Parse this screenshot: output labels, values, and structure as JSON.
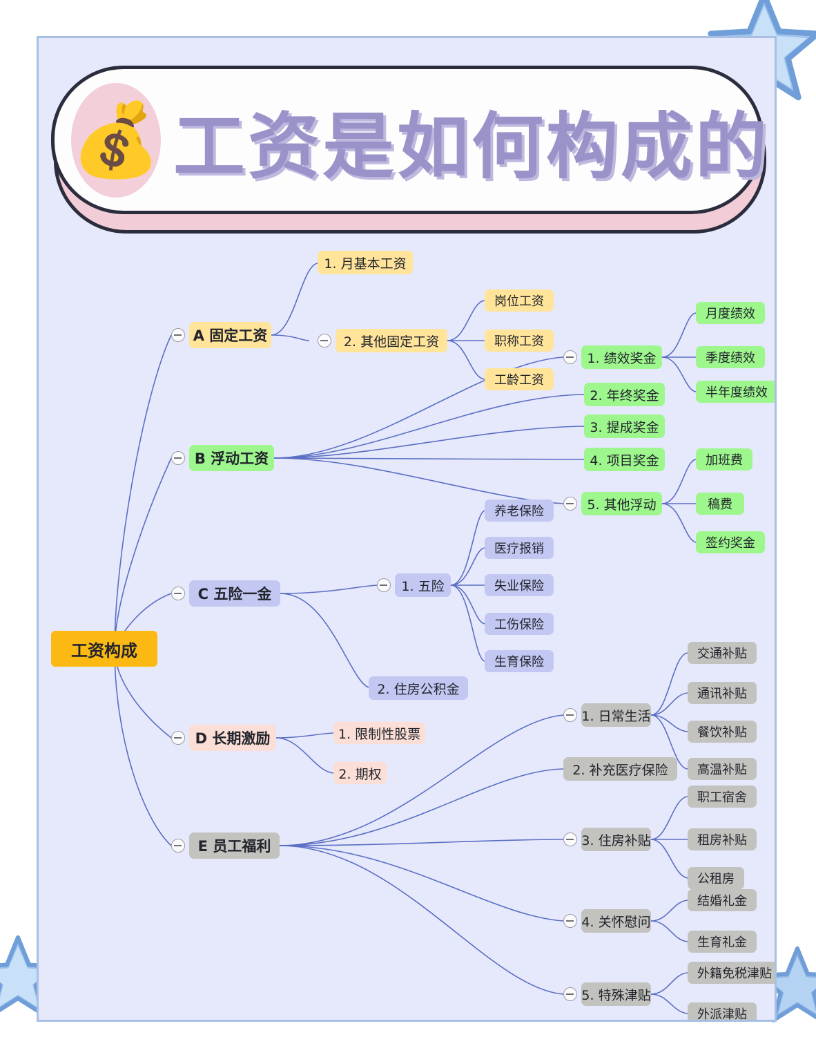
{
  "page": {
    "background": "#ffffff",
    "panel_bg": "#e6e9fb",
    "panel_border": "#a8c0e4",
    "edge_color": "#5b6ec4"
  },
  "banner": {
    "emoji": "💰",
    "emoji_name": "money-bag-emoji",
    "title": "工资是如何构成的",
    "title_color": "#9a93c9",
    "front_bg": "#fdfdfd",
    "shadow_bg": "#f2ccd6",
    "outline": "#2b2d3d",
    "circle_bg": "#f2cfd9"
  },
  "decor": {
    "star_color_light": "#bcdcf7",
    "star_color_mid": "#8fb9e8",
    "star_color_dark": "#5f8fce"
  },
  "mindmap": {
    "root": {
      "label": "工资构成",
      "color": "#fcb913"
    },
    "branches": [
      {
        "key": "A",
        "label": "A 固定工资",
        "color": "#ffe49a",
        "collapsible": true,
        "children": [
          {
            "label": "1. 月基本工资",
            "collapsible": false,
            "children": []
          },
          {
            "label": "2. 其他固定工资",
            "collapsible": true,
            "children": [
              {
                "label": "岗位工资"
              },
              {
                "label": "职称工资"
              },
              {
                "label": "工龄工资"
              }
            ]
          }
        ]
      },
      {
        "key": "B",
        "label": "B 浮动工资",
        "color": "#9df78d",
        "collapsible": true,
        "children": [
          {
            "label": "1. 绩效奖金",
            "collapsible": true,
            "children": [
              {
                "label": "月度绩效"
              },
              {
                "label": "季度绩效"
              },
              {
                "label": "半年度绩效"
              }
            ]
          },
          {
            "label": "2. 年终奖金",
            "collapsible": false,
            "children": []
          },
          {
            "label": "3. 提成奖金",
            "collapsible": false,
            "children": []
          },
          {
            "label": "4. 项目奖金",
            "collapsible": false,
            "children": []
          },
          {
            "label": "5. 其他浮动",
            "collapsible": true,
            "children": [
              {
                "label": "加班费"
              },
              {
                "label": "稿费"
              },
              {
                "label": "签约奖金"
              }
            ]
          }
        ]
      },
      {
        "key": "C",
        "label": "C 五险一金",
        "color": "#c3c8f3",
        "collapsible": true,
        "children": [
          {
            "label": "1. 五险",
            "collapsible": true,
            "children": [
              {
                "label": "养老保险"
              },
              {
                "label": "医疗报销"
              },
              {
                "label": "失业保险"
              },
              {
                "label": "工伤保险"
              },
              {
                "label": "生育保险"
              }
            ]
          },
          {
            "label": "2. 住房公积金",
            "collapsible": false,
            "children": []
          }
        ]
      },
      {
        "key": "D",
        "label": "D 长期激励",
        "color": "#fbded6",
        "collapsible": true,
        "children": [
          {
            "label": "1. 限制性股票",
            "collapsible": false,
            "children": []
          },
          {
            "label": "2. 期权",
            "collapsible": false,
            "children": []
          }
        ]
      },
      {
        "key": "E",
        "label": "E 员工福利",
        "color": "#c2c2be",
        "collapsible": true,
        "children": [
          {
            "label": "1. 日常生活",
            "collapsible": true,
            "children": [
              {
                "label": "交通补贴"
              },
              {
                "label": "通讯补贴"
              },
              {
                "label": "餐饮补贴"
              },
              {
                "label": "高温补贴"
              }
            ]
          },
          {
            "label": "2. 补充医疗保险",
            "collapsible": false,
            "children": []
          },
          {
            "label": "3. 住房补贴",
            "collapsible": true,
            "children": [
              {
                "label": "职工宿舍"
              },
              {
                "label": "租房补贴"
              },
              {
                "label": "公租房"
              }
            ]
          },
          {
            "label": "4. 关怀慰问",
            "collapsible": true,
            "children": [
              {
                "label": "结婚礼金"
              },
              {
                "label": "生育礼金"
              }
            ]
          },
          {
            "label": "5. 特殊津贴",
            "collapsible": true,
            "children": [
              {
                "label": "外籍免税津贴"
              },
              {
                "label": "外派津贴"
              }
            ]
          }
        ]
      }
    ]
  }
}
